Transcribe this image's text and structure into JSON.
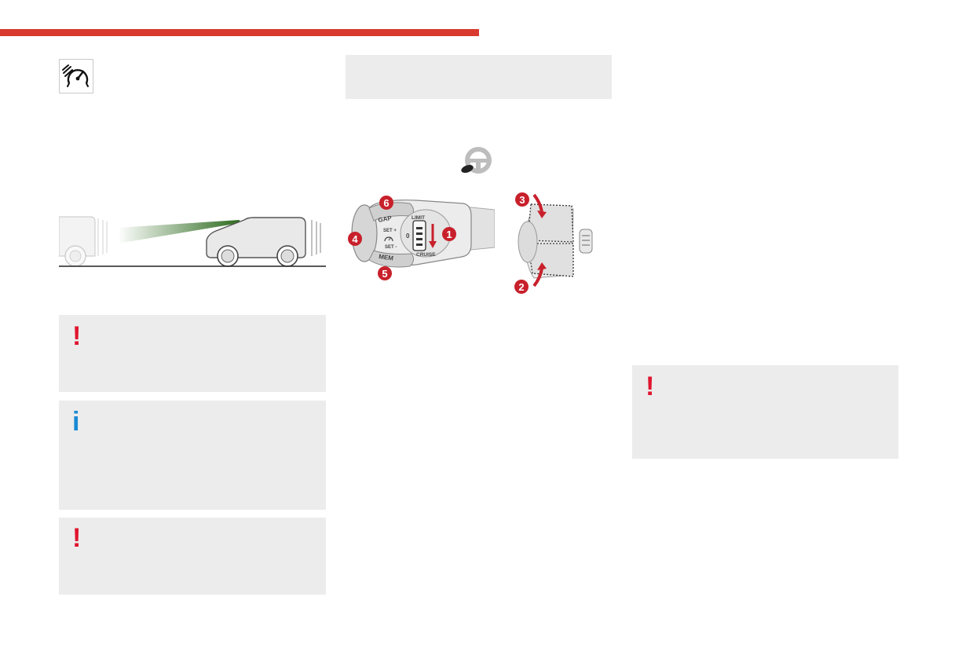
{
  "header": {
    "accent_color": "#d93a2f"
  },
  "section_icon": {
    "name": "adaptive-cruise-control-icon"
  },
  "callouts": {
    "warning_1": {
      "icon": "exclamation-icon",
      "mark": "!",
      "color": "#e0152f"
    },
    "info_1": {
      "icon": "info-icon",
      "mark": "i",
      "color": "#1a8ad4"
    },
    "warning_2": {
      "icon": "exclamation-icon",
      "mark": "!",
      "color": "#e0152f"
    },
    "warning_3": {
      "icon": "exclamation-icon",
      "mark": "!",
      "color": "#e0152f"
    }
  },
  "lever_diagram": {
    "labels": {
      "gap": "GAP",
      "mem": "MEM",
      "set_plus": "SET +",
      "set_minus": "SET -",
      "limit": "LIMIT",
      "cruise": "CRUISE",
      "zero": "0"
    },
    "markers": [
      "1",
      "2",
      "3",
      "4",
      "5",
      "6"
    ],
    "marker_color": "#c8202b"
  }
}
